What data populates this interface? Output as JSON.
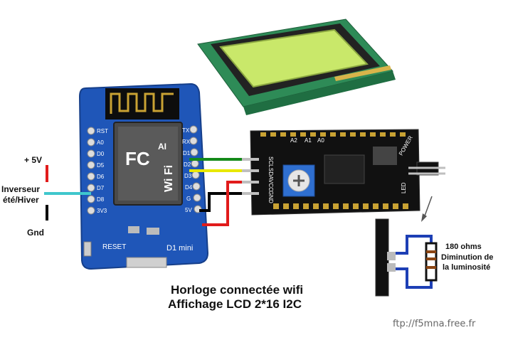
{
  "labels": {
    "plus5v": "+ 5V",
    "inverseur_line1": "Inverseur",
    "inverseur_line2": "été/Hiver",
    "gnd": "Gnd",
    "resistor_value": "180 ohms",
    "diminution_line1": "Diminution de",
    "diminution_line2": "la luminosité"
  },
  "title": {
    "line1": "Horloge connectée wifi",
    "line2": "Affichage LCD 2*16 I2C"
  },
  "credit": "ftp://f5mna.free.fr",
  "board": {
    "module_label": "Wi Fi",
    "module_brand": "AI",
    "fc_mark": "FC",
    "reset_label": "RESET",
    "name_label": "D1 mini",
    "pins_right": [
      "TX",
      "RX",
      "D1",
      "D2",
      "D3",
      "D4",
      "G",
      "5V"
    ],
    "pins_left": [
      "RST",
      "A0",
      "D0",
      "D5",
      "D6",
      "D7",
      "D8",
      "3V3"
    ]
  },
  "i2c": {
    "pin_labels": [
      "SCL",
      "SDA",
      "VCC",
      "GND"
    ],
    "addr_labels": [
      "A2",
      "A1",
      "A0"
    ],
    "led_label": "LED",
    "power_label": "POWER"
  },
  "colors": {
    "board_blue": "#1f56b8",
    "pcb_black": "#111111",
    "lcd_green": "#2e8b57",
    "lcd_screen": "#c9e86a",
    "wire_green": "#148a1a",
    "wire_yellow": "#e8e800",
    "wire_black": "#000000",
    "wire_red": "#e11b1b",
    "wire_cyan": "#3fc7cc",
    "wire_blue": "#1d3fb5"
  }
}
